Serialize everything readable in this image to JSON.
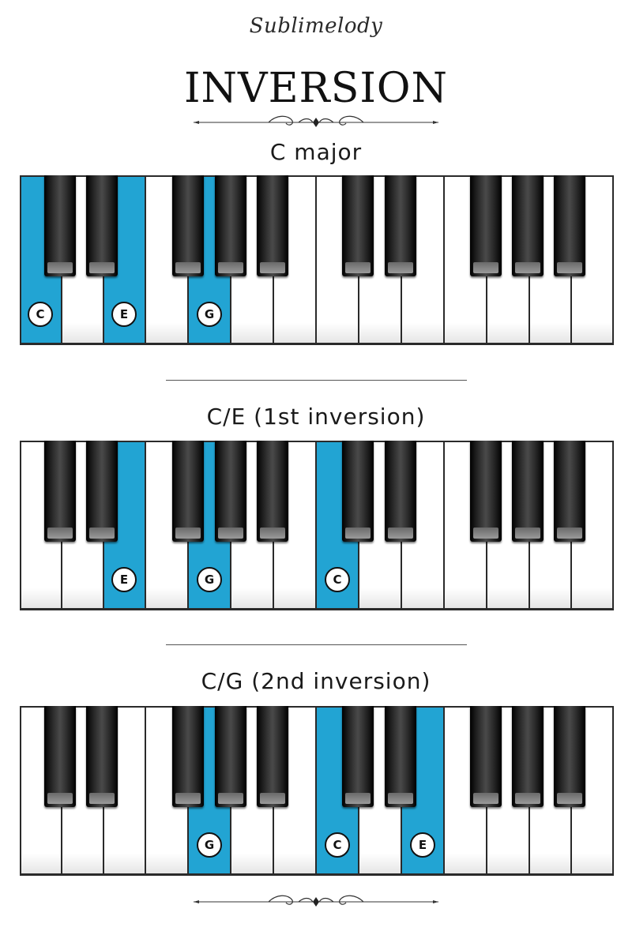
{
  "brand": "Sublimelody",
  "title": "INVERSION",
  "colors": {
    "highlight": "#22a4d3",
    "black_key": "#111111",
    "white_key": "#ffffff"
  },
  "keyboards": [
    {
      "title": "C major",
      "notes": [
        "C",
        "E",
        "G"
      ]
    },
    {
      "title": "C/E (1st inversion)",
      "notes": [
        "E",
        "G",
        "C"
      ]
    },
    {
      "title": "C/G (2nd inversion)",
      "notes": [
        "G",
        "C",
        "E"
      ]
    }
  ]
}
